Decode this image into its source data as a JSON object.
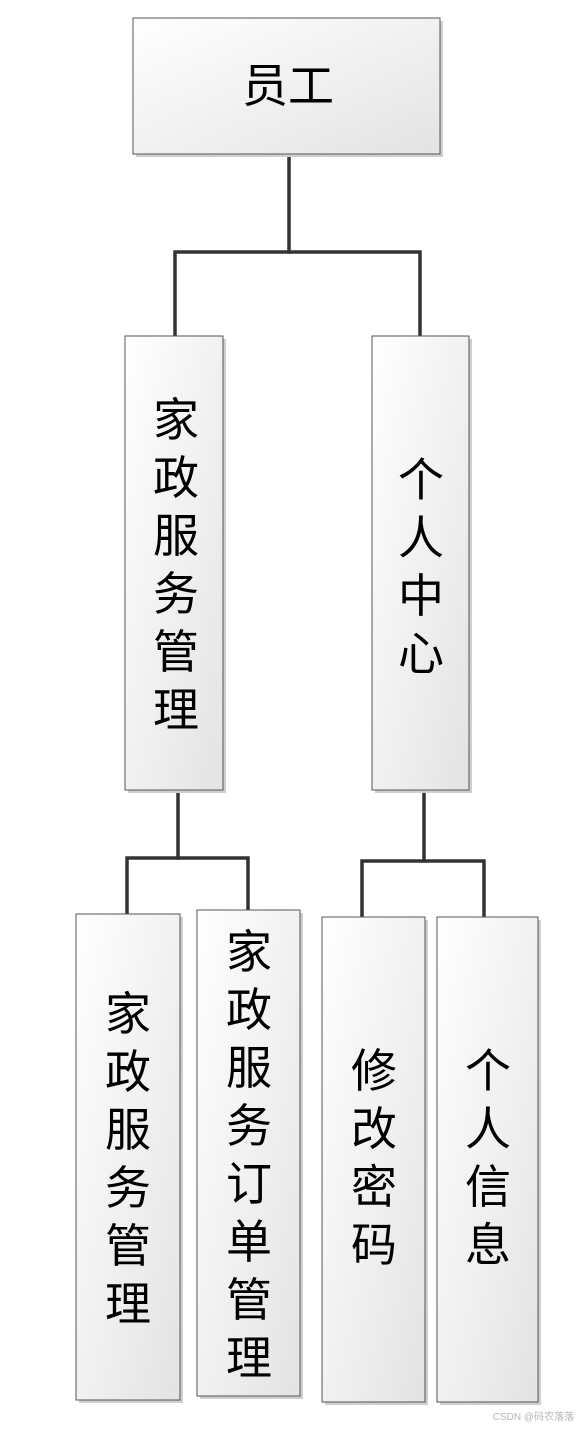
{
  "diagram": {
    "type": "tree",
    "root": {
      "label": "员工",
      "children": [
        {
          "label": "家政服务管理",
          "children": [
            {
              "label": "家政服务管理"
            },
            {
              "label": "家政服务订单管理"
            }
          ]
        },
        {
          "label": "个人中心",
          "children": [
            {
              "label": "修改密码"
            },
            {
              "label": "个人信息"
            }
          ]
        }
      ]
    }
  },
  "watermark": "CSDN @码农落落"
}
